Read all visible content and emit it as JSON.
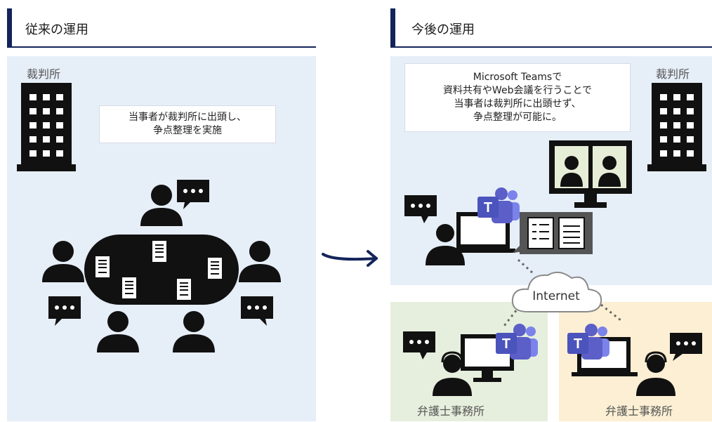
{
  "left": {
    "title": "従来の運用",
    "court_label": "裁判所",
    "callout_lines": [
      "当事者が裁判所に出頭し、",
      "争点整理を実施"
    ]
  },
  "right": {
    "title": "今後の運用",
    "court_label": "裁判所",
    "callout_lines": [
      "Microsoft Teamsで",
      "資料共有やWeb会議を行うことで",
      "当事者は裁判所に出頭せず、",
      "争点整理が可能に。"
    ],
    "internet_label": "Internet",
    "law_office_left": "弁護士事務所",
    "law_office_right": "弁護士事務所"
  },
  "colors": {
    "navy": "#13245a",
    "panel_blue": "#e6eef8",
    "panel_green": "#e6efdd",
    "panel_yellow": "#fcefd3",
    "teams_purple": "#5b5fc7"
  },
  "icons": [
    "building-icon",
    "person-icon",
    "speech-bubble-icon",
    "document-icon",
    "monitor-icon",
    "laptop-icon",
    "teams-logo-icon",
    "headset-person-icon",
    "cloud-icon",
    "checklist-icon",
    "arrow-right-icon"
  ]
}
